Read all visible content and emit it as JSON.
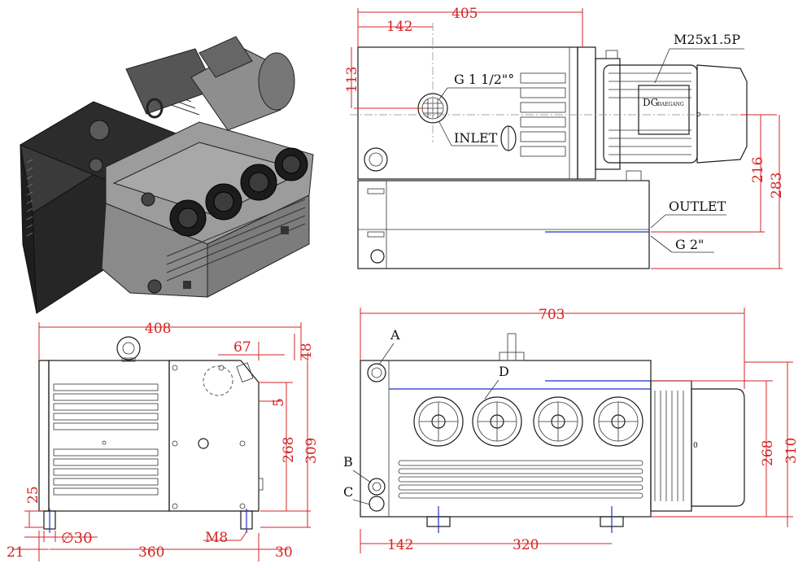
{
  "top_view": {
    "dims": {
      "overall": "405",
      "inlet_offset": "142",
      "inlet_height": "113",
      "motor_height": "216",
      "outlet_height": "283"
    },
    "labels": {
      "inlet_thread": "G 1 1/2\"°",
      "inlet": "INLET",
      "cable": "M25x1.5P",
      "outlet": "OUTLET",
      "outlet_thread": "G 2\"",
      "motor_brand": "DG",
      "motor_brand_sub": "DAEGANG"
    }
  },
  "end_view": {
    "dims": {
      "width": "408",
      "side": "48",
      "offset": "67",
      "gap": "5",
      "height_inner": "268",
      "height_total": "309",
      "foot_height": "25",
      "foot_dia": "∅30",
      "foot_edge": "21",
      "base": "360",
      "bolt": "M8",
      "side_right": "30"
    }
  },
  "side_view": {
    "dims": {
      "length": "703",
      "foot_offset": "142",
      "foot_spacing": "320",
      "height_inner": "268",
      "height_total": "310"
    },
    "labels": {
      "a": "A",
      "b": "B",
      "c": "C",
      "d": "D",
      "motor_mark": "0"
    }
  },
  "colors": {
    "dimension": "#d42424",
    "outline": "#1a1a1a",
    "center": "#1f2fd0",
    "body_iso": "#8a8a8a",
    "dark_iso": "#2a2a2a"
  }
}
